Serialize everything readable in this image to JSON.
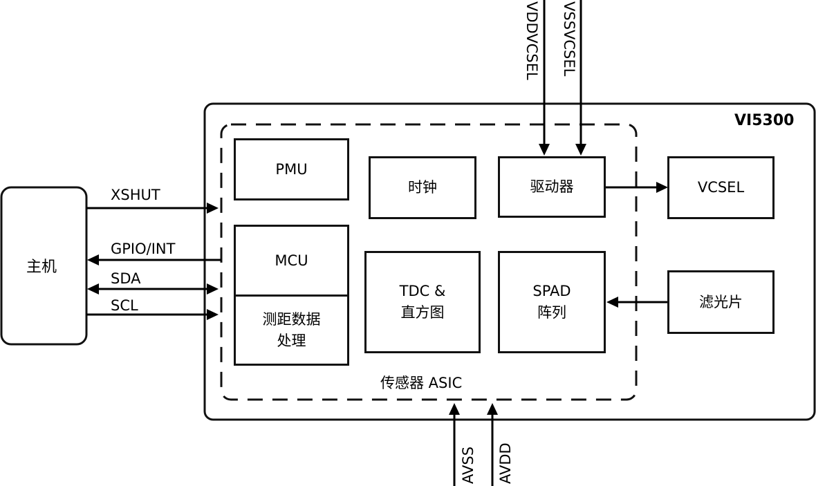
{
  "diagram": {
    "chip_title": "VI5300",
    "asic_label": "传感器 ASIC",
    "host": "主机",
    "blocks": {
      "pmu": "PMU",
      "clock": "时钟",
      "driver": "驱动器",
      "vcsel": "VCSEL",
      "mcu": "MCU",
      "ranging": "测距数据\n处理",
      "tdc": "TDC &\n直方图",
      "spad": "SPAD\n阵列",
      "filter": "滤光片"
    },
    "signals": {
      "xshut": "XSHUT",
      "gpio": "GPIO/INT",
      "sda": "SDA",
      "scl": "SCL",
      "vddvcsel": "VDDVCSEL",
      "vssvcsel": "VSSVCSEL",
      "avss": "AVSS",
      "avdd": "AVDD"
    },
    "connections": [
      {
        "from": "主机",
        "to": "传感器 ASIC",
        "signal": "XSHUT",
        "direction": "to-asic"
      },
      {
        "from": "传感器 ASIC",
        "to": "主机",
        "signal": "GPIO/INT",
        "direction": "to-host"
      },
      {
        "from": "主机",
        "to": "传感器 ASIC",
        "signal": "SDA",
        "direction": "bidirectional"
      },
      {
        "from": "主机",
        "to": "传感器 ASIC",
        "signal": "SCL",
        "direction": "to-asic"
      },
      {
        "from": "VDDVCSEL",
        "to": "驱动器",
        "direction": "down"
      },
      {
        "from": "VSSVCSEL",
        "to": "驱动器",
        "direction": "down"
      },
      {
        "from": "驱动器",
        "to": "VCSEL",
        "direction": "right"
      },
      {
        "from": "滤光片",
        "to": "SPAD阵列",
        "direction": "left"
      },
      {
        "from": "AVSS",
        "to": "传感器 ASIC",
        "direction": "up"
      },
      {
        "from": "AVDD",
        "to": "传感器 ASIC",
        "direction": "up"
      }
    ]
  }
}
